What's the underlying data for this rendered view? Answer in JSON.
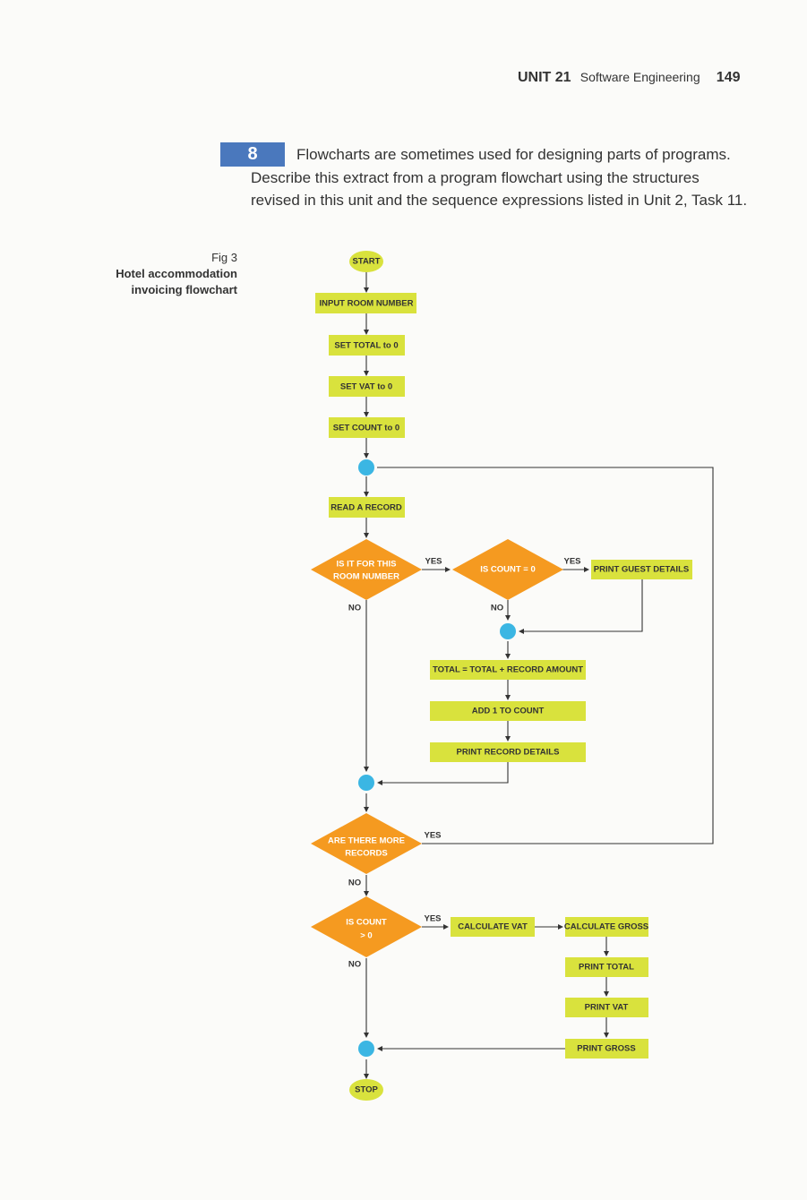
{
  "header": {
    "unit": "UNIT 21",
    "subtitle": "Software Engineering",
    "page": "149"
  },
  "task": {
    "number": "8",
    "text": "Flowcharts are sometimes used for designing parts of programs. Describe this extract from a program flowchart using the structures revised in this unit and the sequence expressions listed in Unit 2, Task 11."
  },
  "figure": {
    "label": "Fig 3",
    "title_line1": "Hotel accommodation",
    "title_line2": "invoicing flowchart"
  },
  "flow": {
    "start": "START",
    "input_room": "INPUT ROOM NUMBER",
    "set_total": "SET TOTAL to 0",
    "set_vat": "SET VAT to 0",
    "set_count": "SET COUNT to 0",
    "read_record": "READ A RECORD",
    "q_room_1": "IS IT FOR THIS",
    "q_room_2": "ROOM NUMBER",
    "q_count0": "IS COUNT = 0",
    "print_guest": "PRINT GUEST DETAILS",
    "total_calc": "TOTAL = TOTAL + RECORD AMOUNT",
    "add_count": "ADD 1 TO COUNT",
    "print_record": "PRINT RECORD DETAILS",
    "q_more_1": "ARE THERE MORE",
    "q_more_2": "RECORDS",
    "q_countgt_1": "IS COUNT",
    "q_countgt_2": "> 0",
    "calc_vat": "CALCULATE VAT",
    "calc_gross": "CALCULATE GROSS",
    "print_total": "PRINT TOTAL",
    "print_vat": "PRINT VAT",
    "print_gross": "PRINT GROSS",
    "stop": "STOP",
    "yes": "YES",
    "no": "NO"
  },
  "colors": {
    "process": "#d9e23d",
    "decision": "#f59a20",
    "connector": "#3bb6e3",
    "task_badge": "#4a78bd"
  }
}
